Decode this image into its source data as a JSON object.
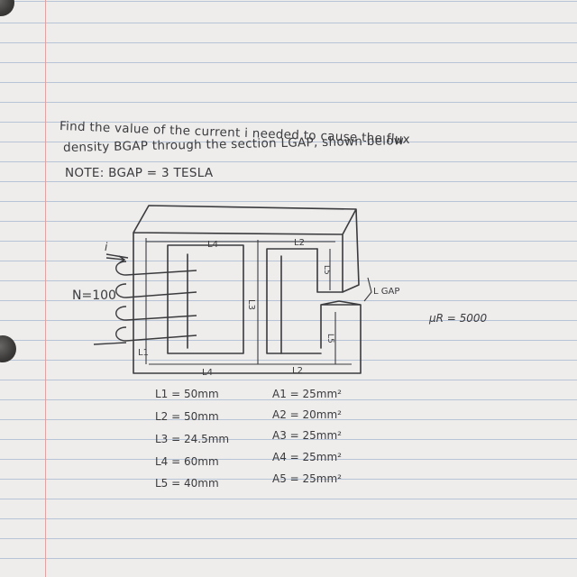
{
  "problem": {
    "line1": "Find the value of the current i needed to cause the flux",
    "line2": "density BGAP through the section LGAP, shown below",
    "line3": "NOTE: BGAP = 3 TESLA"
  },
  "diagram": {
    "turns_label": "N=100",
    "current_label": "i",
    "permeability_label": "μR = 5000",
    "gap_label": "L GAP",
    "labels": {
      "l4_top": "L4",
      "l2_top": "L2",
      "l3_mid": "L3",
      "l5_upper": "L5",
      "l5_lower": "L5",
      "l1_side": "L1",
      "l4_bottom": "L4",
      "l2_bottom": "L2"
    }
  },
  "lengths": [
    "L1 = 50mm",
    "L2 = 50mm",
    "L3 = 24.5mm",
    "L4 = 60mm",
    "L5 = 40mm"
  ],
  "areas": [
    "A1 = 25mm²",
    "A2 = 20mm²",
    "A3 = 25mm²",
    "A4 = 25mm²",
    "A5 = 25mm²"
  ],
  "colors": {
    "ink": "#3b3b3e",
    "paper": "#eeedec",
    "rule": "#b7c3d6",
    "margin": "#e2a2a2"
  }
}
